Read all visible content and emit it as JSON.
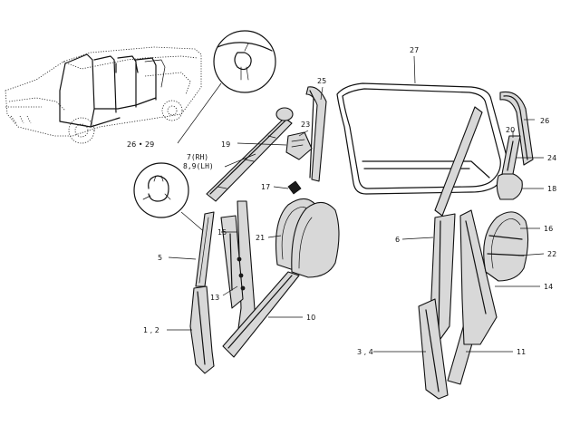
{
  "labels": {
    "p27": "27",
    "p25": "25",
    "p26_right": "26",
    "p26_29": "26 • 29",
    "p23": "23",
    "p19": "19",
    "p20": "20",
    "p24": "24",
    "p7": "7(RH)",
    "p89": "8,9(LH)",
    "p17": "17",
    "p18": "18",
    "p15": "15",
    "p16": "16",
    "p21": "21",
    "p6": "6",
    "p22": "22",
    "p5": "5",
    "p13": "13",
    "p14": "14",
    "p10": "10",
    "p12": "1 , 2",
    "p34": "3 , 4",
    "p11": "11"
  },
  "colors": {
    "ink": "#111111",
    "paper": "#ffffff"
  }
}
